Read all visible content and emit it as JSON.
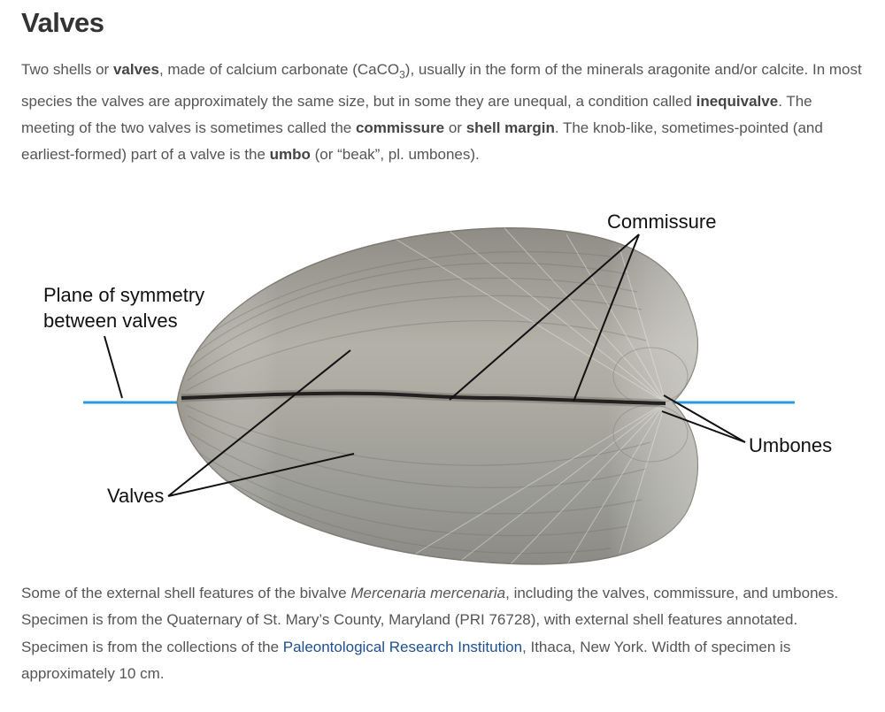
{
  "title": "Valves",
  "intro": {
    "t1": "Two shells or ",
    "b1": "valves",
    "t2": ", made of calcium carbonate (CaCO",
    "sub": "3",
    "t3": "), usually in the form of the minerals aragonite and/or calcite. In most species the valves are approximately the same size, but in some they are unequal, a condition called ",
    "b2": "inequivalve",
    "t4": ". The meeting of the two valves is sometimes called the ",
    "b3": "commissure",
    "t5": " or ",
    "b4": "shell margin",
    "t6": ". The knob-like, sometimes-pointed (and earliest-formed) part of a valve is the ",
    "b5": "umbo",
    "t7": " (or “beak”, pl. umbones)."
  },
  "figure": {
    "label_commissure": "Commissure",
    "label_plane_1": "Plane of symmetry",
    "label_plane_2": "between valves",
    "label_umbones": "Umbones",
    "label_valves": "Valves",
    "colors": {
      "symmetry_line": "#2a9be0",
      "shell_base": "#a9a79d",
      "commissure": "#1b1a18"
    }
  },
  "caption": {
    "t1": "Some of the external shell features of the bivalve ",
    "species": "Mercenaria mercenaria",
    "t2": ", including the valves, commissure, and umbones. Specimen is from the Quaternary of St. Mary’s County, Maryland (PRI 76728), with external shell features annotated. Specimen is from the collections of the ",
    "link": "Paleontological Research Institution",
    "t3": ", Ithaca, New York. Width of specimen is approximately 10 cm."
  }
}
